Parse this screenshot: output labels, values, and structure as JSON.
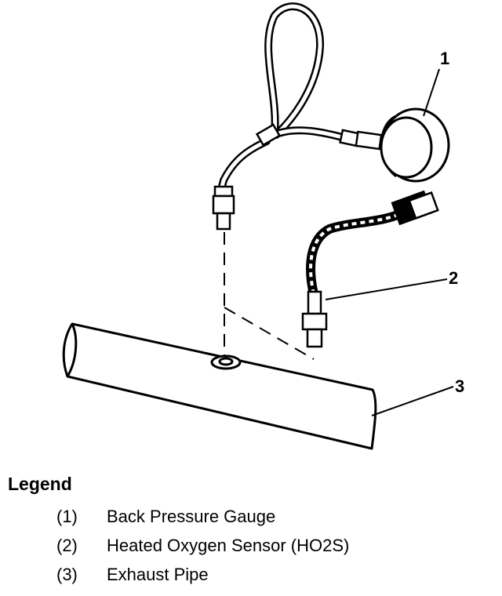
{
  "diagram": {
    "callouts": [
      {
        "number": "1"
      },
      {
        "number": "2"
      },
      {
        "number": "3"
      }
    ]
  },
  "legend": {
    "title": "Legend",
    "items": [
      {
        "number": "(1)",
        "label": "Back Pressure Gauge"
      },
      {
        "number": "(2)",
        "label": "Heated Oxygen Sensor (HO2S)"
      },
      {
        "number": "(3)",
        "label": "Exhaust Pipe"
      }
    ]
  }
}
